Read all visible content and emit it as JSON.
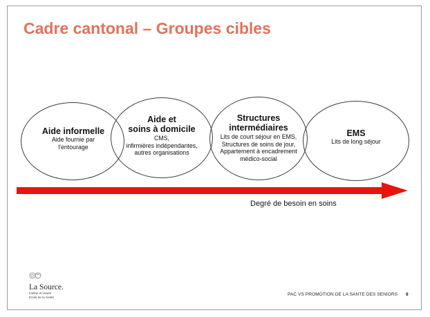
{
  "title": "Cadre cantonal – Groupes cibles",
  "groups": [
    {
      "heading": [
        "Aide informelle"
      ],
      "details": [
        "Aide fournie par",
        "l'entourage"
      ]
    },
    {
      "heading": [
        "Aide et",
        "soins à domicile"
      ],
      "details": [
        "CMS,",
        "infirmières indépendantes,",
        "autres organisations"
      ]
    },
    {
      "heading": [
        "Structures",
        "intermédiaires"
      ],
      "details": [
        "Lits de court séjour en EMS,",
        "Structures de soins de jour,",
        "Appartement à encadrement",
        "médico-social"
      ]
    },
    {
      "heading": [
        "EMS"
      ],
      "details": [
        "Lits de long séjour"
      ]
    }
  ],
  "arrow": {
    "label": "Degré de besoin en soins",
    "color": "#e8140f"
  },
  "logo": {
    "name": "La Source.",
    "line1": "Institut et Haute",
    "line2": "Ecole de la Santé"
  },
  "footer": {
    "text": "PAC VS PROMOTION DE LA SANTE DES SENIORS",
    "page": "8"
  },
  "colors": {
    "title": "#e2725b",
    "arrow": "#e8140f"
  }
}
